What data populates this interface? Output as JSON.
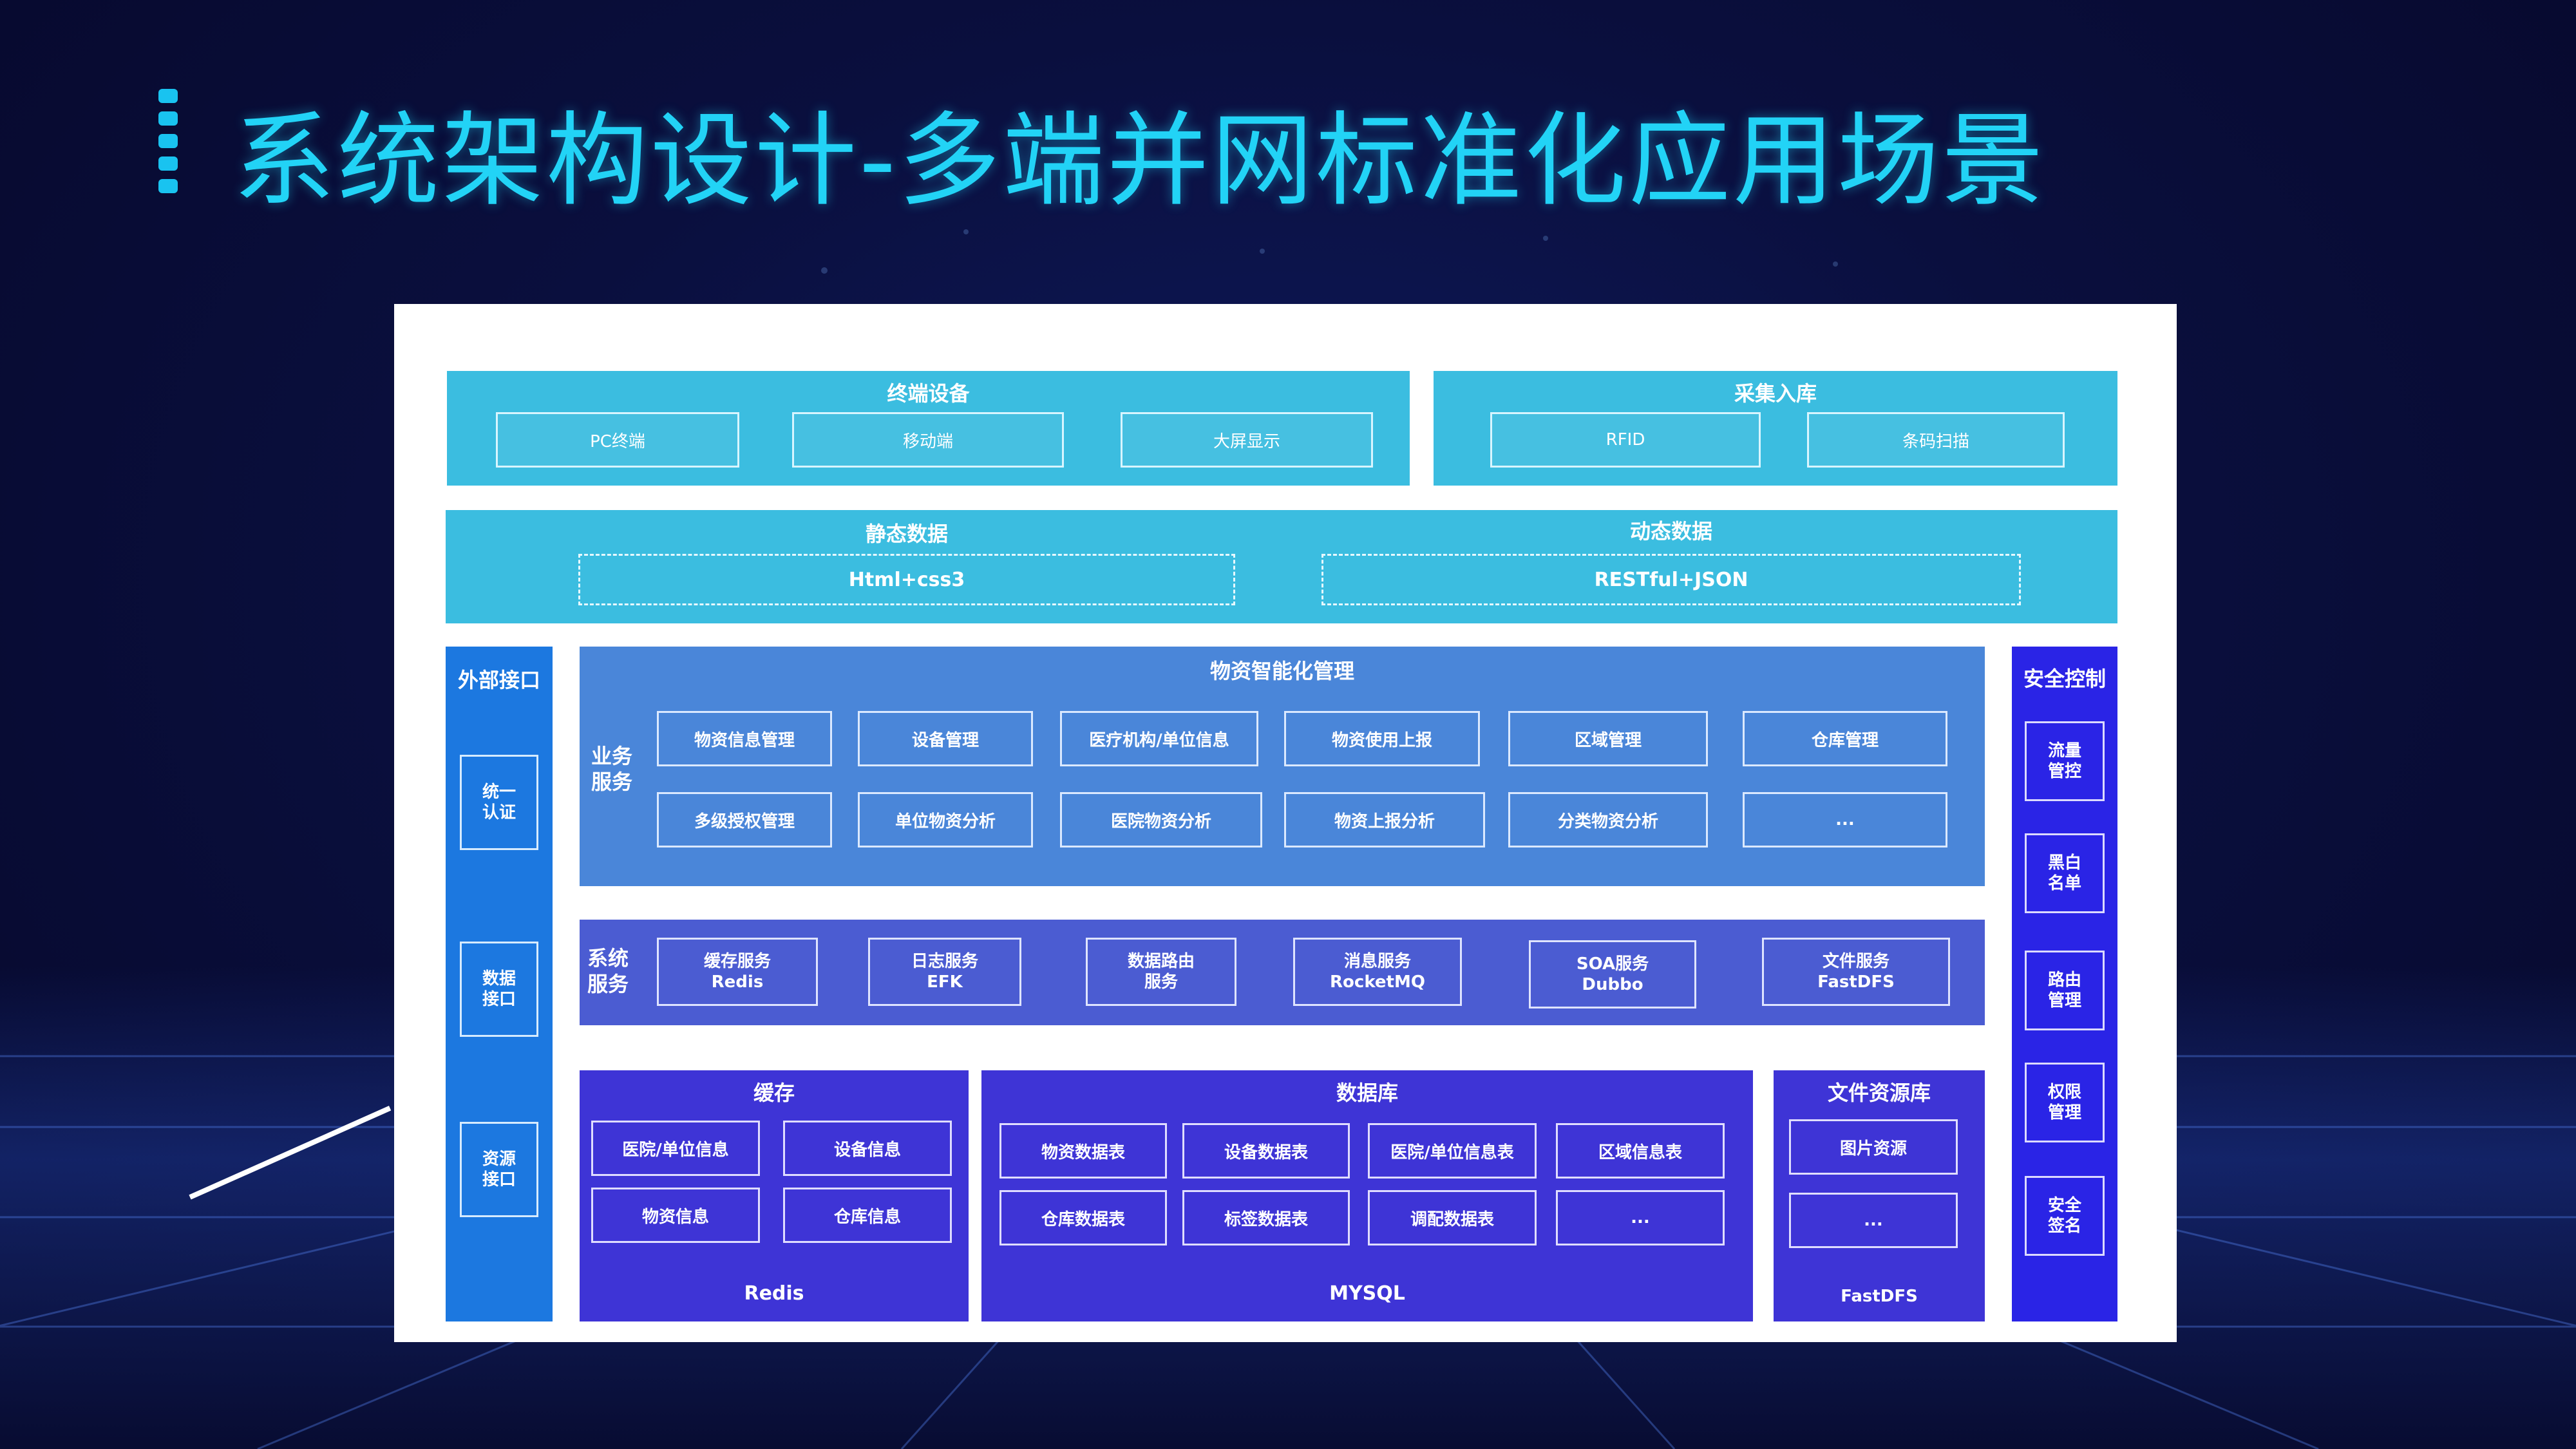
{
  "slide": {
    "title": "系统架构设计-多端并网标准化应用场景"
  },
  "diagram": {
    "terminal": {
      "title": "终端设备",
      "items": [
        "PC终端",
        "移动端",
        "大屏显示"
      ]
    },
    "collect": {
      "title": "采集入库",
      "items": [
        "RFID",
        "条码扫描"
      ]
    },
    "static_data": {
      "title": "静态数据",
      "value": "Html+css3"
    },
    "dynamic_data": {
      "title": "动态数据",
      "value": "RESTful+JSON"
    },
    "external": {
      "title": "外部接口",
      "items": [
        "统一\n认证",
        "数据\n接口",
        "资源\n接口"
      ]
    },
    "business": {
      "title": "物资智能化管理",
      "side_label": "业务\n服务",
      "row1": [
        "物资信息管理",
        "设备管理",
        "医疗机构/单位信息",
        "物资使用上报",
        "区域管理",
        "仓库管理"
      ],
      "row2": [
        "多级授权管理",
        "单位物资分析",
        "医院物资分析",
        "物资上报分析",
        "分类物资分析",
        "..."
      ]
    },
    "system": {
      "side_label": "系统\n服务",
      "items": [
        "缓存服务\nRedis",
        "日志服务\nEFK",
        "数据路由\n服务",
        "消息服务\nRocketMQ",
        "SOA服务\nDubbo",
        "文件服务\nFastDFS"
      ]
    },
    "cache": {
      "title": "缓存",
      "items": [
        "医院/单位信息",
        "设备信息",
        "物资信息",
        "仓库信息"
      ],
      "footer": "Redis"
    },
    "database": {
      "title": "数据库",
      "row1": [
        "物资数据表",
        "设备数据表",
        "医院/单位信息表",
        "区域信息表"
      ],
      "row2": [
        "仓库数据表",
        "标签数据表",
        "调配数据表",
        "..."
      ],
      "footer": "MYSQL"
    },
    "file_store": {
      "title": "文件资源库",
      "items": [
        "图片资源",
        "..."
      ],
      "footer": "FastDFS"
    },
    "security": {
      "title": "安全控制",
      "items": [
        "流量\n管控",
        "黑白\n名单",
        "路由\n管理",
        "权限\n管理",
        "安全\n签名"
      ]
    }
  },
  "colors": {
    "title": "#22d3f6",
    "cyan_layer": "#3bbde0",
    "business_layer": "#4a86d9",
    "system_layer": "#4b5cd2",
    "data_layer": "#3e34d6",
    "external_column": "#1c78e0",
    "security_column": "#2a24e6"
  }
}
